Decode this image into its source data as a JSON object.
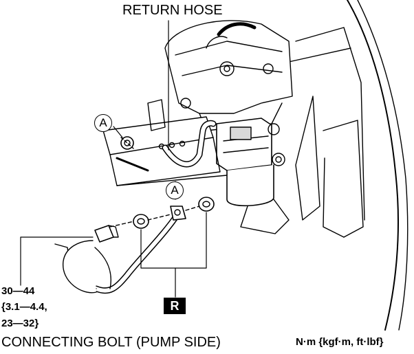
{
  "labels": {
    "return_hose": "RETURN HOSE",
    "torque_line1": "30—44",
    "torque_line2": "{3.1—4.4,",
    "torque_line3": "23—32}",
    "connecting_bolt": "CONNECTING BOLT (PUMP SIDE)",
    "units": "N·m {kgf·m, ft·lbf}"
  },
  "callouts": {
    "a_top": "A",
    "a_bottom": "A",
    "r_badge": "R"
  },
  "colors": {
    "line": "#000000",
    "background": "#ffffff",
    "shade": "#d9d9d9"
  }
}
